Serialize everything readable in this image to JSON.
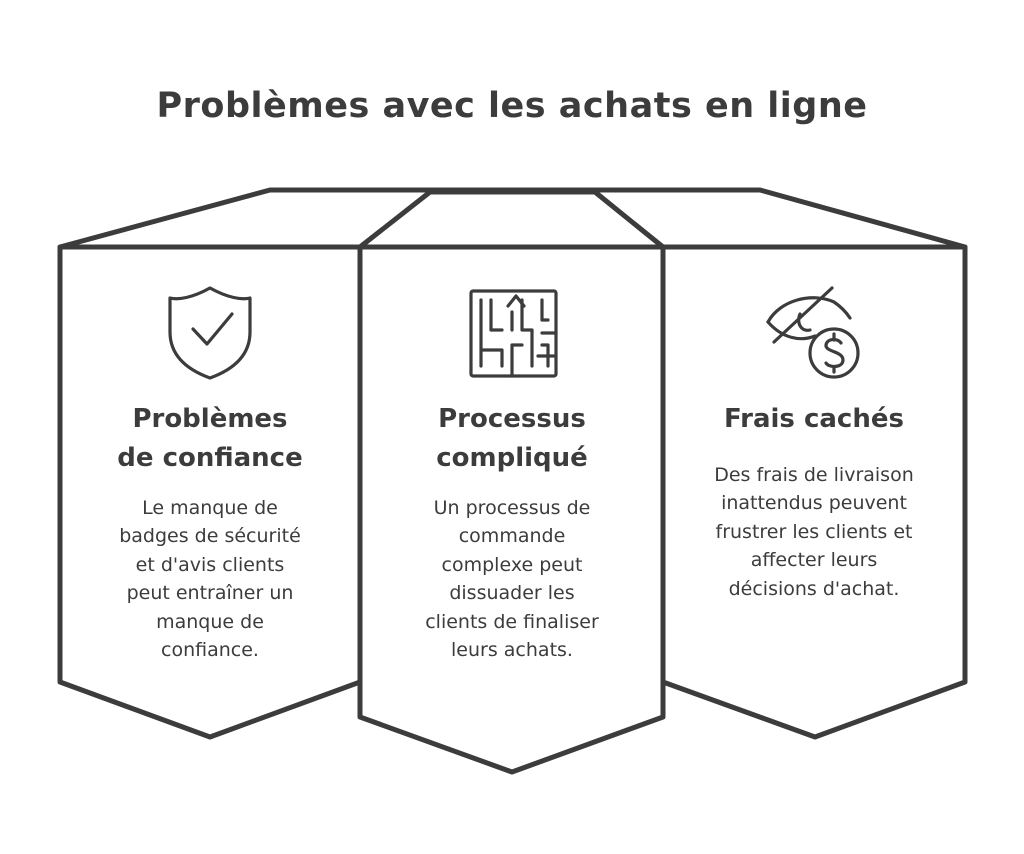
{
  "title": "Problèmes avec les achats en ligne",
  "columns": [
    {
      "icon": "shield-check-icon",
      "title_lines": [
        "Problèmes",
        "de confiance"
      ],
      "description_lines": [
        "Le manque de",
        "badges de sécurité",
        "et d'avis clients",
        "peut entraîner un",
        "manque de",
        "confiance."
      ]
    },
    {
      "icon": "maze-icon",
      "title_lines": [
        "Processus",
        "compliqué"
      ],
      "description_lines": [
        "Un processus de",
        "commande",
        "complexe peut",
        "dissuader les",
        "clients de finaliser",
        "leurs achats."
      ]
    },
    {
      "icon": "hidden-dollar-icon",
      "title_lines": [
        "Frais cachés"
      ],
      "description_lines": [
        "Des frais de livraison",
        "inattendus peuvent",
        "frustrer les clients et",
        "affecter leurs",
        "décisions d'achat."
      ]
    }
  ],
  "colors": {
    "stroke": "#3c3c3c",
    "background": "#ffffff"
  }
}
